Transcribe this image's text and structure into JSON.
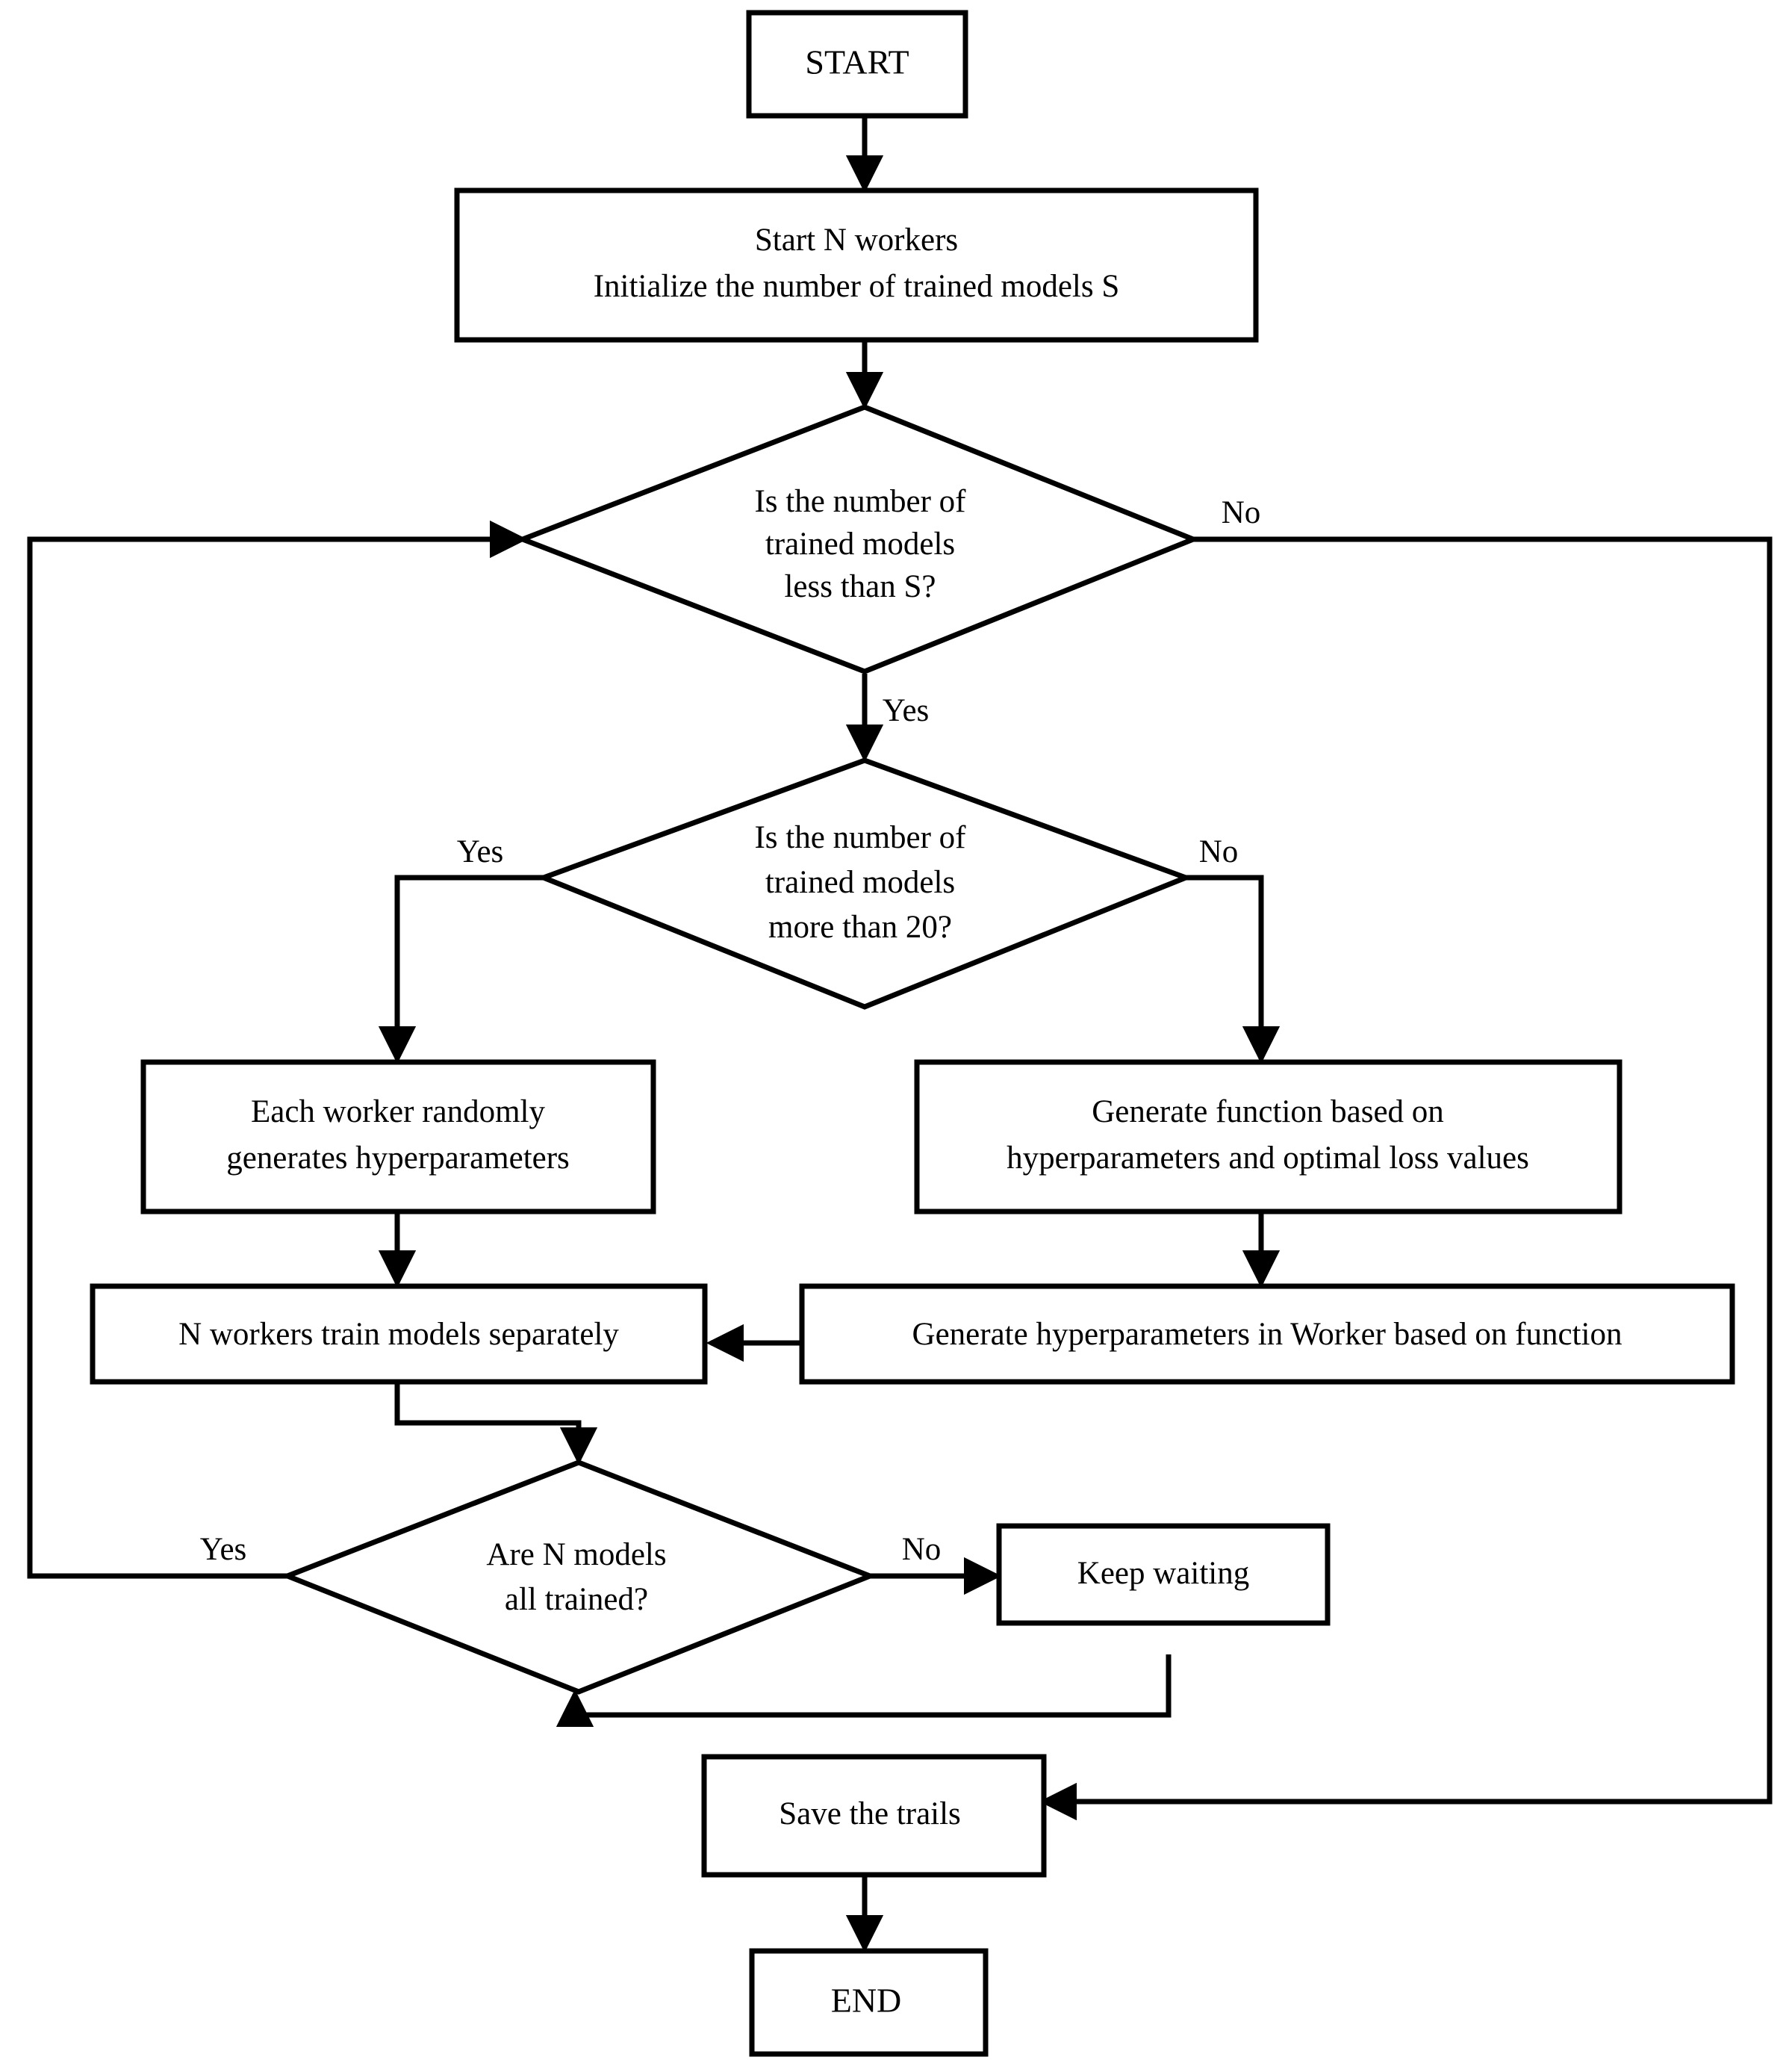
{
  "diagram": {
    "type": "flowchart",
    "title": "Distributed hyperparameter search flowchart",
    "colors": {
      "stroke": "#000000",
      "fill": "#ffffff",
      "text": "#000000"
    },
    "nodes": {
      "start": {
        "shape": "rectangle",
        "label": "START"
      },
      "init": {
        "shape": "rectangle",
        "line1": "Start N workers",
        "line2": "Initialize the number of trained models S"
      },
      "decision1": {
        "shape": "diamond",
        "line1": "Is the number of",
        "line2": "trained models",
        "line3": "less than S?"
      },
      "decision2": {
        "shape": "diamond",
        "line1": "Is the number of",
        "line2": "trained models",
        "line3": "more than 20?"
      },
      "random_hp": {
        "shape": "rectangle",
        "line1": "Each worker randomly",
        "line2": "generates hyperparameters"
      },
      "gen_function": {
        "shape": "rectangle",
        "line1": "Generate function based on",
        "line2": "hyperparameters and optimal loss values"
      },
      "train": {
        "shape": "rectangle",
        "label": "N workers train models separately"
      },
      "gen_hp": {
        "shape": "rectangle",
        "label": "Generate hyperparameters in Worker based on function"
      },
      "decision3": {
        "shape": "diamond",
        "line1": "Are N models",
        "line2": "all trained?"
      },
      "keep_waiting": {
        "shape": "rectangle",
        "label": "Keep waiting"
      },
      "save": {
        "shape": "rectangle",
        "label": "Save the trails"
      },
      "end": {
        "shape": "rectangle",
        "label": "END"
      }
    },
    "edge_labels": {
      "d1_no": "No",
      "d1_yes": "Yes",
      "d2_yes": "Yes",
      "d2_no": "No",
      "d3_yes": "Yes",
      "d3_no": "No"
    },
    "edges": [
      {
        "from": "start",
        "to": "init",
        "label": ""
      },
      {
        "from": "init",
        "to": "decision1",
        "label": ""
      },
      {
        "from": "decision1",
        "to": "save",
        "label": "No"
      },
      {
        "from": "decision1",
        "to": "decision2",
        "label": "Yes"
      },
      {
        "from": "decision2",
        "to": "random_hp",
        "label": "Yes"
      },
      {
        "from": "decision2",
        "to": "gen_function",
        "label": "No"
      },
      {
        "from": "random_hp",
        "to": "train",
        "label": ""
      },
      {
        "from": "gen_function",
        "to": "gen_hp",
        "label": ""
      },
      {
        "from": "gen_hp",
        "to": "train",
        "label": ""
      },
      {
        "from": "train",
        "to": "decision3",
        "label": ""
      },
      {
        "from": "decision3",
        "to": "decision1",
        "label": "Yes"
      },
      {
        "from": "decision3",
        "to": "keep_waiting",
        "label": "No"
      },
      {
        "from": "keep_waiting",
        "to": "decision3",
        "label": ""
      },
      {
        "from": "save",
        "to": "end",
        "label": ""
      }
    ]
  }
}
